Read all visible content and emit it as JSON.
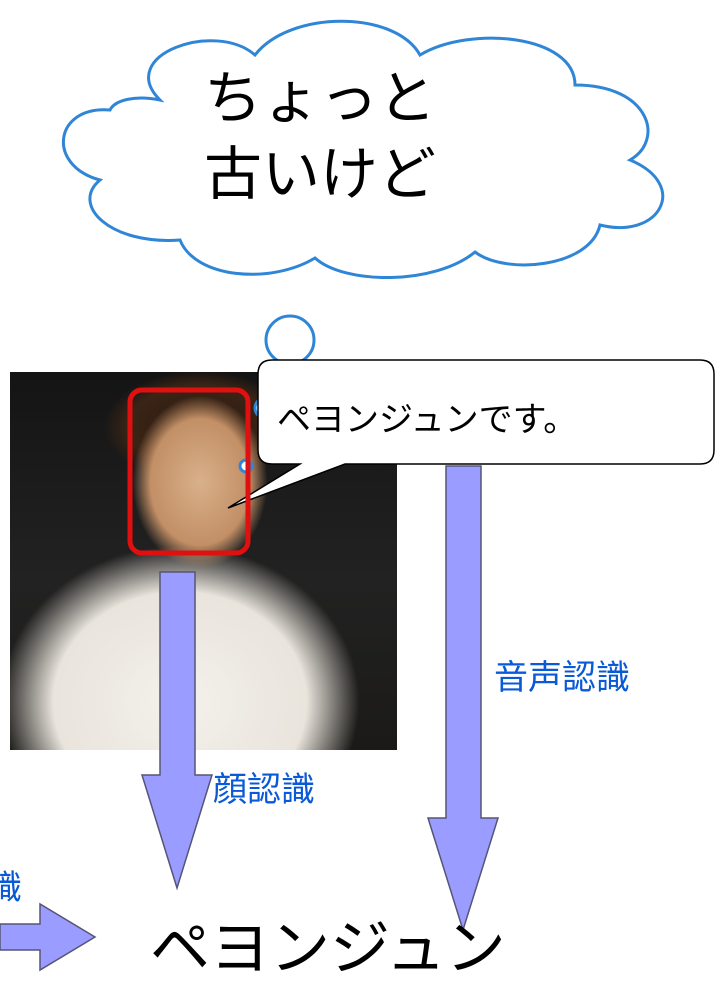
{
  "cloud": {
    "lines": [
      "ちょっと",
      "古いけど"
    ]
  },
  "speech_bubble": {
    "text": "ペヨンジュンです。"
  },
  "arrows": {
    "voice_label": "音声認識",
    "face_label": "顔認識",
    "partial_label": "識"
  },
  "result": {
    "text": "ペヨンジュン"
  },
  "colors": {
    "cloud_stroke": "#2f86d6",
    "arrow_fill": "#9a9cff",
    "arrow_stroke": "#555577",
    "face_box": "#e01010",
    "label_blue": "#0a59d6"
  },
  "icons": {
    "photo": "person-photo",
    "face_box": "face-detection-box"
  }
}
